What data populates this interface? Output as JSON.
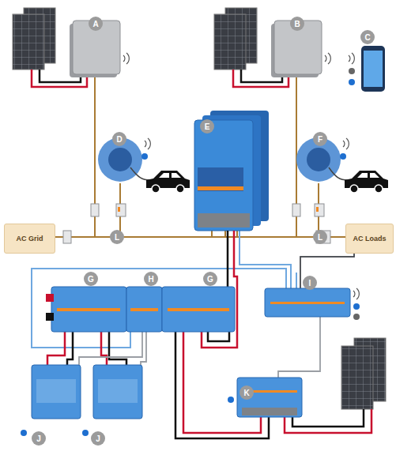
{
  "diagram": {
    "nodes": [
      {
        "text": [
          "AC Grid"
        ]
      },
      {
        "text": [
          "AC Loads"
        ]
      }
    ],
    "labels": [
      "A",
      "B",
      "C",
      "D",
      "E",
      "F",
      "L",
      "L",
      "G",
      "H",
      "G",
      "I",
      "K",
      "J",
      "J"
    ]
  }
}
